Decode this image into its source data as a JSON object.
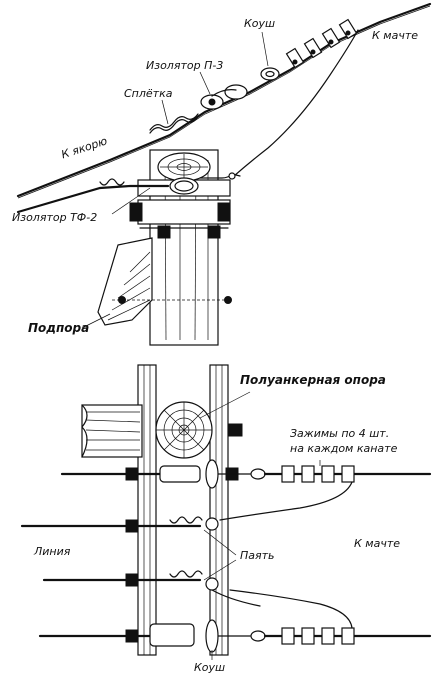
{
  "top_figure": {
    "labels": {
      "koush": "Коуш",
      "k_machte": "К мачте",
      "isolator_p3": "Изолятор П-3",
      "spletka": "Сплётка",
      "k_yakoryu": "К якорю",
      "isolator_tf2": "Изолятор ТФ-2",
      "podpora": "Подпора"
    }
  },
  "bottom_figure": {
    "labels": {
      "poluankernaya_opora": "Полуанкерная опора",
      "zazhimy_line1": "Зажимы по 4 шт.",
      "zazhimy_line2": "на каждом канате",
      "liniya": "Линия",
      "k_machte": "К мачте",
      "payat": "Паять",
      "koush": "Коуш"
    }
  }
}
